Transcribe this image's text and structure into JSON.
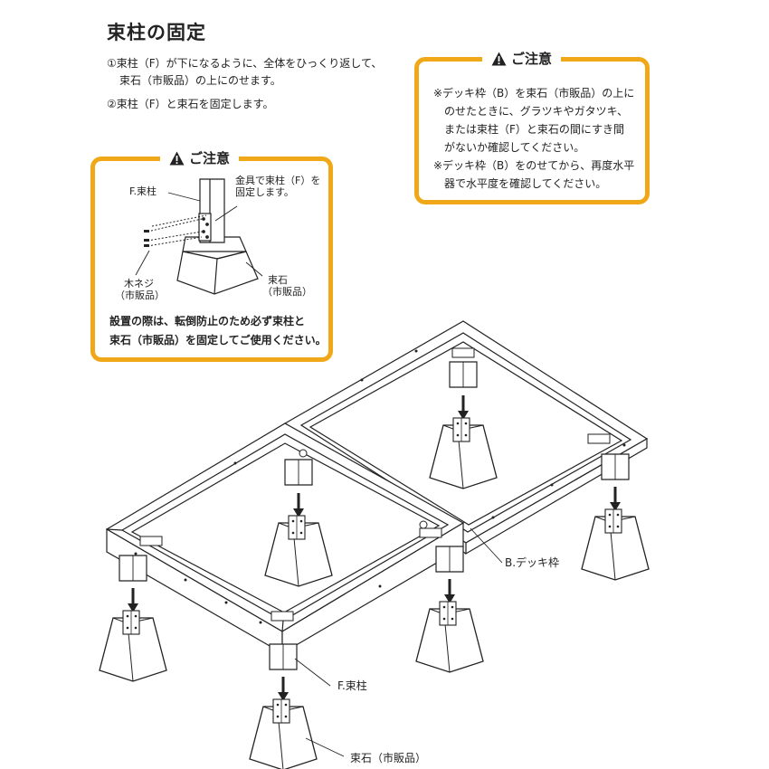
{
  "title": "束柱の固定",
  "steps": {
    "step1_line1": "①束柱（F）が下になるように、全体をひっくり返して、",
    "step1_line2": "束石（市販品）の上にのせます。",
    "step2": "②束柱（F）と束石を固定します。"
  },
  "note_left": {
    "heading": "ご注意",
    "label_post": "F.束柱",
    "label_bracket_line1": "金具で束柱（F）を",
    "label_bracket_line2": "固定します。",
    "label_screw_line1": "木ネジ",
    "label_screw_line2": "（市販品）",
    "label_stone_line1": "束石",
    "label_stone_line2": "（市販品）",
    "text_line1": "設置の際は、転倒防止のため必ず束柱と",
    "text_line2": "束石（市販品）を固定してご使用ください。"
  },
  "note_right": {
    "heading": "ご注意",
    "line1": "※デッキ枠（B）を束石（市販品）の上に",
    "line2": "のせたときに、グラツキやガタツキ、",
    "line3": "または束柱（F）と束石の間にすき間",
    "line4": "がないか確認してください。",
    "line5": "※デッキ枠（B）をのせてから、再度水平",
    "line6": "器で水平度を確認してください。"
  },
  "diagram_labels": {
    "deck_frame": "B.デッキ枠",
    "post": "F.束柱",
    "stone": "束石（市販品）"
  },
  "colors": {
    "accent": "#f0a818",
    "line": "#222222"
  },
  "icons": {
    "warning": "warning-triangle-icon"
  }
}
